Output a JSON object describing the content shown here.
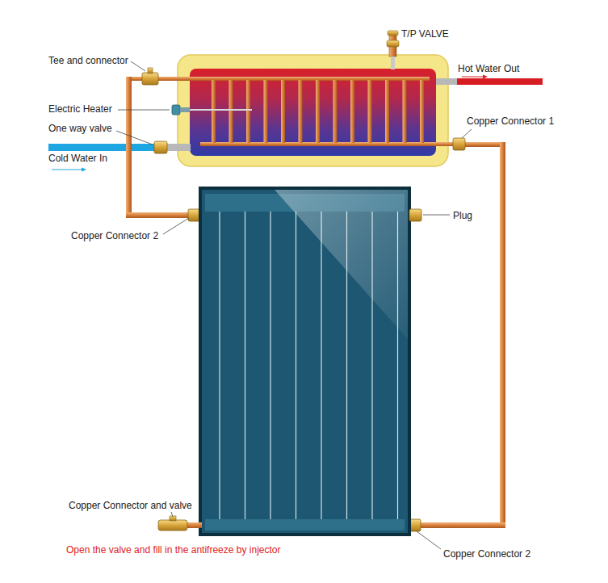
{
  "diagram": {
    "labels": [
      "T/P VALVE",
      "Tee and connector",
      "Hot Water Out",
      "Electric Heater",
      "Copper Connector 1",
      "One way valve",
      "Cold Water In",
      "Copper Connector 2",
      "Plug",
      "Copper Connector and valve",
      "Open the valve and fill in the antifreeze by injector",
      "Copper Connector 2"
    ]
  }
}
